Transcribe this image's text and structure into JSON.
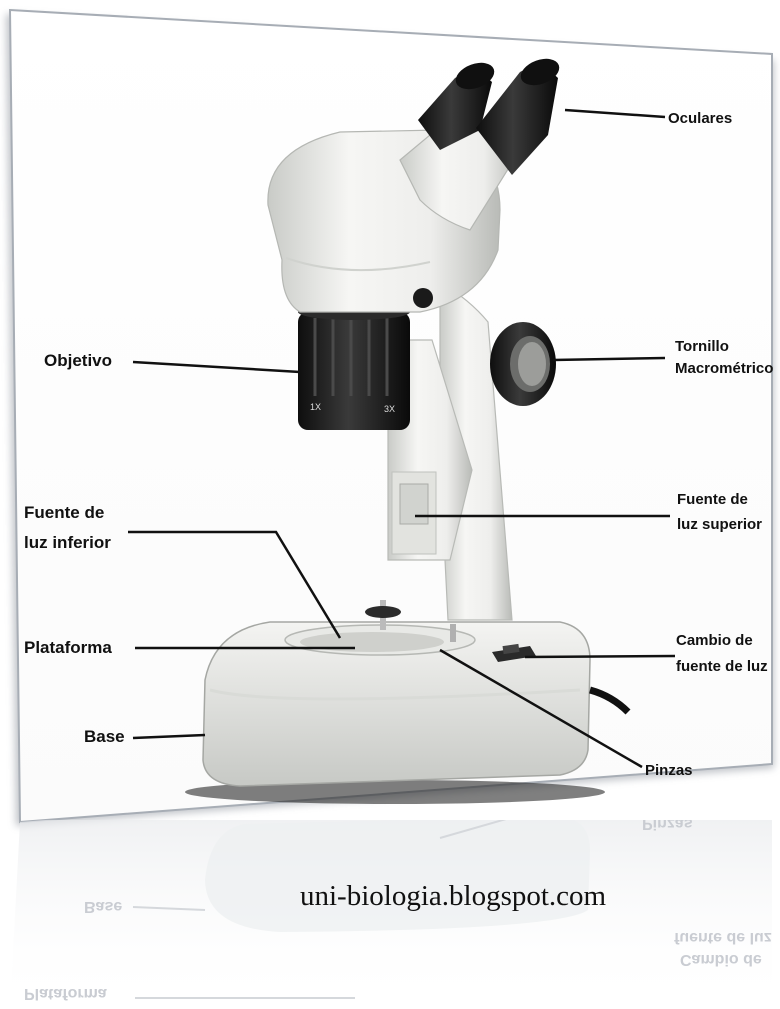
{
  "labels": {
    "oculares": "Oculares",
    "objetivo": "Objetivo",
    "tornillo_1": "Tornillo",
    "tornillo_2": "Macrométrico",
    "fuente_sup_1": "Fuente de",
    "fuente_sup_2": "luz superior",
    "fuente_inf_1": "Fuente de",
    "fuente_inf_2": "luz inferior",
    "plataforma": "Plataforma",
    "cambio_1": "Cambio de",
    "cambio_2": "fuente de luz",
    "base": "Base",
    "pinzas": "Pinzas"
  },
  "objective_markings": {
    "left": "1X",
    "right": "3X"
  },
  "watermark": "uni-biologia.blogspot.com",
  "colors": {
    "body_white": "#f3f3f1",
    "body_shade": "#cfd1cd",
    "black_parts": "#1c1c1c",
    "frame_border": "#9aa0a8",
    "reflection": "#c9ccd2"
  }
}
